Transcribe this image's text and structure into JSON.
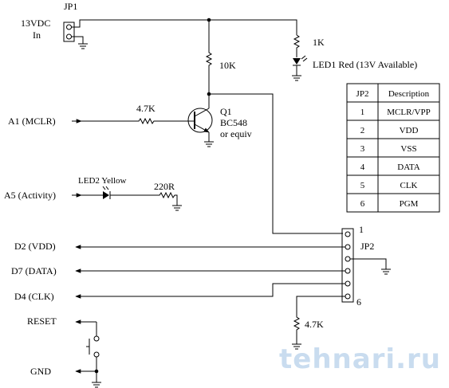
{
  "labels": {
    "jp1": "JP1",
    "vdc_line1": "13VDC",
    "vdc_line2": "In",
    "r_1k": "1K",
    "led1": "LED1 Red (13V Available)",
    "r_10k": "10K",
    "r_47k_base": "4.7K",
    "a1": "A1 (MCLR)",
    "q1": "Q1",
    "q1_part": "BC548",
    "q1_equiv": "or equiv",
    "led2": "LED2 Yellow",
    "r_220": "220R",
    "a5": "A5 (Activity)",
    "jp2_pin1": "1",
    "jp2": "JP2",
    "jp2_pin6": "6",
    "d2": "D2 (VDD)",
    "d7": "D7 (DATA)",
    "d4": "D4 (CLK)",
    "reset": "RESET",
    "r_47k_pull": "4.7K",
    "gnd": "GND"
  },
  "pin_table": {
    "headers": [
      "JP2",
      "Description"
    ],
    "rows": [
      [
        "1",
        "MCLR/VPP"
      ],
      [
        "2",
        "VDD"
      ],
      [
        "3",
        "VSS"
      ],
      [
        "4",
        "DATA"
      ],
      [
        "5",
        "CLK"
      ],
      [
        "6",
        "PGM"
      ]
    ]
  },
  "watermark": "tehnari.ru"
}
